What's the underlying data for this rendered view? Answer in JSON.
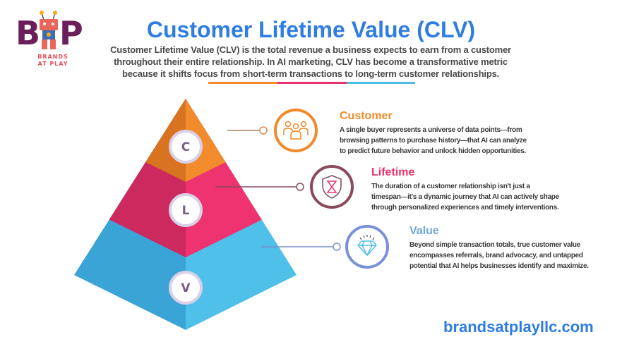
{
  "logo": {
    "letters_left": "B",
    "letters_right": "P",
    "text_line1": "BRANDS",
    "text_line2": "AT PLAY"
  },
  "header": {
    "title": "Customer Lifetime Value (CLV)",
    "intro_lines": [
      "Customer Lifetime Value (CLV) is the total revenue a business expects to earn from a customer",
      "throughout their entire relationship. In AI marketing, CLV has become a transformative metric",
      "because it shifts focus from short-term transactions to long-term customer relationships."
    ]
  },
  "pyramid": {
    "letters": [
      "C",
      "L",
      "V"
    ]
  },
  "sections": [
    {
      "heading": "Customer",
      "icon": "people-icon",
      "color": "#f08a2a",
      "lines": [
        "A single buyer represents a universe of data points—from",
        "browsing patterns to purchase history—that AI can analyze",
        "to predict future behavior and unlock hidden opportunities."
      ]
    },
    {
      "heading": "Lifetime",
      "icon": "hourglass-shield-icon",
      "color": "#e8336d",
      "lines": [
        "The duration of a customer relationship isn't just a",
        "timespan—it's a dynamic journey that AI can actively shape",
        "through personalized experiences and timely interventions."
      ]
    },
    {
      "heading": "Value",
      "icon": "diamond-icon",
      "color": "#6fa8dc",
      "lines": [
        "Beyond simple transaction totals, true customer value",
        "encompasses referrals, brand advocacy, and untapped",
        "potential that AI helps businesses identify and maximize."
      ]
    }
  ],
  "footer": {
    "url": "brandsatplayllc.com"
  }
}
